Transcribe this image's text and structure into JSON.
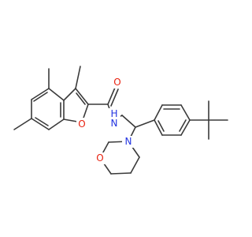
{
  "colors": {
    "bond": "#3a3a3a",
    "oxygen": "#e8210f",
    "nitrogen": "#2233e0"
  },
  "atoms": [
    {
      "id": "o_carbonyl",
      "label": "O",
      "element": "oxygen"
    },
    {
      "id": "o_furan",
      "label": "O",
      "element": "oxygen"
    },
    {
      "id": "n_amide",
      "label": "N",
      "element": "nitrogen"
    },
    {
      "id": "h_amide",
      "label": "H",
      "element": "nitrogen"
    },
    {
      "id": "n_morpholine",
      "label": "N",
      "element": "nitrogen"
    },
    {
      "id": "o_morpholine",
      "label": "O",
      "element": "oxygen"
    }
  ]
}
